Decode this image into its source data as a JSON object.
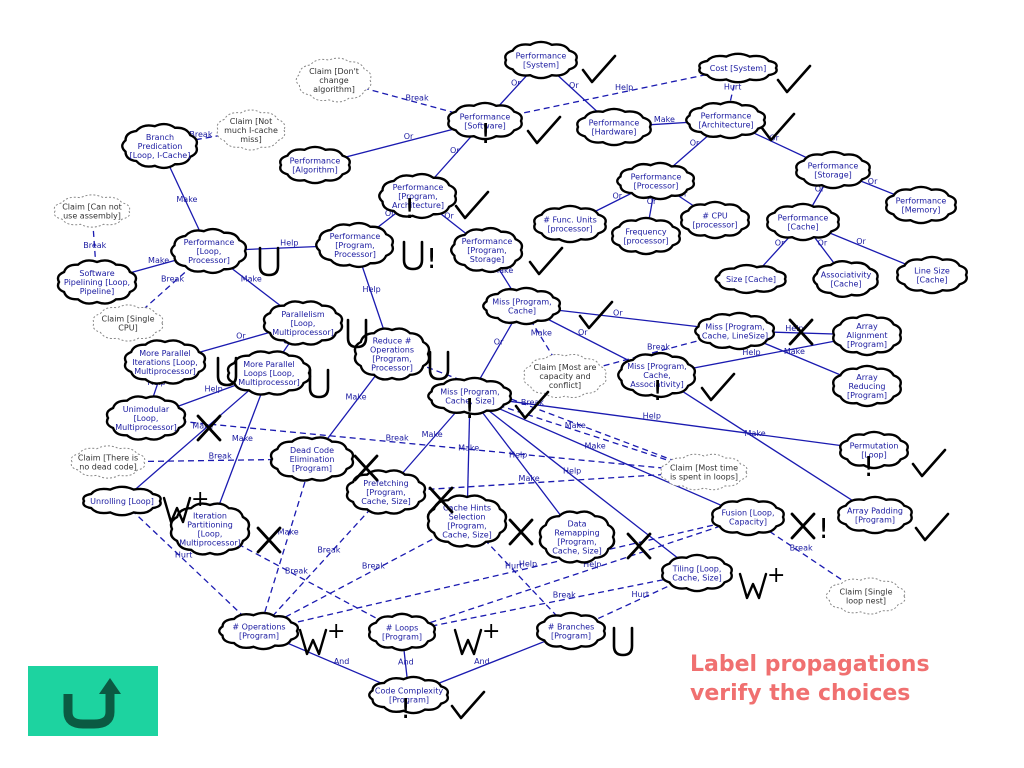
{
  "caption": {
    "line1": "Label propagations",
    "line2": "verify the choices"
  },
  "back_button": {
    "icon": "undo-arrow-icon",
    "color": "#1dd3a0"
  },
  "nodes": [
    {
      "id": "perf_system",
      "lines": [
        "Performance",
        "[System]"
      ],
      "kind": "hard"
    },
    {
      "id": "cost_system",
      "lines": [
        "Cost [System]"
      ],
      "kind": "hard"
    },
    {
      "id": "perf_software",
      "lines": [
        "Performance",
        "[Software]"
      ],
      "kind": "hard"
    },
    {
      "id": "perf_hardware",
      "lines": [
        "Performance",
        "[Hardware]"
      ],
      "kind": "hard"
    },
    {
      "id": "perf_arch",
      "lines": [
        "Performance",
        "[Architecture]"
      ],
      "kind": "hard"
    },
    {
      "id": "claim_dontchange",
      "lines": [
        "Claim [Don't",
        "change",
        "algorithm]"
      ],
      "kind": "soft"
    },
    {
      "id": "claim_icache",
      "lines": [
        "Claim [Not",
        "much I-cache",
        "miss]"
      ],
      "kind": "soft"
    },
    {
      "id": "branch_pred",
      "lines": [
        "Branch",
        "Predication",
        "[Loop, I-Cache]"
      ],
      "kind": "hard"
    },
    {
      "id": "perf_algo",
      "lines": [
        "Performance",
        "[Algorithm]"
      ],
      "kind": "hard"
    },
    {
      "id": "perf_prog_arch",
      "lines": [
        "Performance",
        "[Program,",
        "Architecture]"
      ],
      "kind": "hard"
    },
    {
      "id": "perf_processor",
      "lines": [
        "Performance",
        "[Processor]"
      ],
      "kind": "hard"
    },
    {
      "id": "perf_storage",
      "lines": [
        "Performance",
        "[Storage]"
      ],
      "kind": "hard"
    },
    {
      "id": "perf_memory",
      "lines": [
        "Performance",
        "[Memory]"
      ],
      "kind": "hard"
    },
    {
      "id": "claim_asm",
      "lines": [
        "Claim [Can not",
        "use assembly]"
      ],
      "kind": "soft"
    },
    {
      "id": "func_units",
      "lines": [
        "# Func. Units",
        "[processor]"
      ],
      "kind": "hard"
    },
    {
      "id": "frequency",
      "lines": [
        "Frequency",
        "[processor]"
      ],
      "kind": "hard"
    },
    {
      "id": "cpu",
      "lines": [
        "# CPU",
        "[processor]"
      ],
      "kind": "hard"
    },
    {
      "id": "perf_cache",
      "lines": [
        "Performance",
        "[Cache]"
      ],
      "kind": "hard"
    },
    {
      "id": "perf_loop_proc",
      "lines": [
        "Performance",
        "[Loop,",
        "Processor]"
      ],
      "kind": "hard"
    },
    {
      "id": "perf_prog_proc",
      "lines": [
        "Performance",
        "[Program,",
        "Processor]"
      ],
      "kind": "hard"
    },
    {
      "id": "perf_prog_storage",
      "lines": [
        "Performance",
        "[Program,",
        "Storage]"
      ],
      "kind": "hard"
    },
    {
      "id": "sw_pipelining",
      "lines": [
        "Software",
        "Pipelining [Loop,",
        "Pipeline]"
      ],
      "kind": "hard"
    },
    {
      "id": "size_cache",
      "lines": [
        "Size [Cache]"
      ],
      "kind": "hard"
    },
    {
      "id": "assoc_cache",
      "lines": [
        "Associativity",
        "[Cache]"
      ],
      "kind": "hard"
    },
    {
      "id": "linesize_cache",
      "lines": [
        "Line Size",
        "[Cache]"
      ],
      "kind": "hard"
    },
    {
      "id": "claim_single_cpu",
      "lines": [
        "Claim [Single",
        "CPU]"
      ],
      "kind": "soft"
    },
    {
      "id": "miss_prog_cache",
      "lines": [
        "Miss [Program,",
        "Cache]"
      ],
      "kind": "hard"
    },
    {
      "id": "parallelism",
      "lines": [
        "Parallelism",
        "[Loop,",
        "Multiprocessor]"
      ],
      "kind": "hard"
    },
    {
      "id": "reduce_ops",
      "lines": [
        "Reduce #",
        "Operations",
        "[Program,",
        "Processor]"
      ],
      "kind": "hard"
    },
    {
      "id": "miss_linesize",
      "lines": [
        "Miss [Program,",
        "Cache, LineSize]"
      ],
      "kind": "hard"
    },
    {
      "id": "array_alignment",
      "lines": [
        "Array",
        "Alignment",
        "[Program]"
      ],
      "kind": "hard"
    },
    {
      "id": "more_par_iter",
      "lines": [
        "More Parallel",
        "Iterations [Loop,",
        "Multiprocessor]"
      ],
      "kind": "hard"
    },
    {
      "id": "more_par_loops",
      "lines": [
        "More Parallel",
        "Loops [Loop,",
        "Multiprocessor]"
      ],
      "kind": "hard"
    },
    {
      "id": "claim_capacity",
      "lines": [
        "Claim [Most are",
        "capacity and",
        "conflict]"
      ],
      "kind": "soft"
    },
    {
      "id": "miss_assoc",
      "lines": [
        "Miss [Program,",
        "Cache,",
        "Associativity]"
      ],
      "kind": "hard"
    },
    {
      "id": "array_reducing",
      "lines": [
        "Array",
        "Reducing",
        "[Program]"
      ],
      "kind": "hard"
    },
    {
      "id": "unimodular",
      "lines": [
        "Unimodular",
        "[Loop,",
        "Multiprocessor]"
      ],
      "kind": "hard"
    },
    {
      "id": "miss_size",
      "lines": [
        "Miss [Program,",
        "Cache, Size]"
      ],
      "kind": "hard"
    },
    {
      "id": "permutation",
      "lines": [
        "Permutation",
        "[Loop]"
      ],
      "kind": "hard"
    },
    {
      "id": "claim_deadcode",
      "lines": [
        "Claim [There is",
        "no dead code]"
      ],
      "kind": "soft"
    },
    {
      "id": "dead_code",
      "lines": [
        "Dead Code",
        "Elimination",
        "[Program]"
      ],
      "kind": "hard"
    },
    {
      "id": "claim_loops",
      "lines": [
        "Claim [Most time",
        "is spent in loops]"
      ],
      "kind": "soft"
    },
    {
      "id": "unrolling",
      "lines": [
        "Unrolling [Loop]"
      ],
      "kind": "hard"
    },
    {
      "id": "prefetching",
      "lines": [
        "Prefetching",
        "[Program,",
        "Cache, Size]"
      ],
      "kind": "hard"
    },
    {
      "id": "cache_hints",
      "lines": [
        "Cache Hints",
        "Selection",
        "[Program,",
        "Cache, Size]"
      ],
      "kind": "hard"
    },
    {
      "id": "fusion",
      "lines": [
        "Fusion [Loop,",
        "Capacity]"
      ],
      "kind": "hard"
    },
    {
      "id": "array_padding",
      "lines": [
        "Array Padding",
        "[Program]"
      ],
      "kind": "hard"
    },
    {
      "id": "partitioning",
      "lines": [
        "Iteration",
        "Partitioning",
        "[Loop,",
        "Multiprocessor]"
      ],
      "kind": "hard"
    },
    {
      "id": "remapping",
      "lines": [
        "Data",
        "Remapping",
        "[Program,",
        "Cache, Size]"
      ],
      "kind": "hard"
    },
    {
      "id": "tiling",
      "lines": [
        "Tiling [Loop,",
        "Cache, Size]"
      ],
      "kind": "hard"
    },
    {
      "id": "claim_single_loop",
      "lines": [
        "Claim [Single",
        "loop nest]"
      ],
      "kind": "soft"
    },
    {
      "id": "ops_program",
      "lines": [
        "# Operations",
        "[Program]"
      ],
      "kind": "hard"
    },
    {
      "id": "loops_program",
      "lines": [
        "# Loops",
        "[Program]"
      ],
      "kind": "hard"
    },
    {
      "id": "branches_program",
      "lines": [
        "# Branches",
        "[Program]"
      ],
      "kind": "hard"
    },
    {
      "id": "code_complexity",
      "lines": [
        "Code Complexity",
        "[Program]"
      ],
      "kind": "hard"
    }
  ],
  "edges": [
    {
      "from": "perf_software",
      "to": "perf_system",
      "label": "Or",
      "style": "solid"
    },
    {
      "from": "perf_hardware",
      "to": "perf_system",
      "label": "Or",
      "style": "solid"
    },
    {
      "from": "perf_software",
      "to": "cost_system",
      "label": "Help",
      "style": "dashed"
    },
    {
      "from": "perf_arch",
      "to": "cost_system",
      "label": "Hurt",
      "style": "dashed"
    },
    {
      "from": "perf_arch",
      "to": "perf_hardware",
      "label": "Make",
      "style": "solid"
    },
    {
      "from": "claim_dontchange",
      "to": "perf_software",
      "label": "Break",
      "style": "dashed"
    },
    {
      "from": "perf_algo",
      "to": "perf_software",
      "label": "Or",
      "style": "solid"
    },
    {
      "from": "perf_prog_arch",
      "to": "perf_software",
      "label": "Or",
      "style": "solid"
    },
    {
      "from": "perf_processor",
      "to": "perf_arch",
      "label": "Or",
      "style": "solid"
    },
    {
      "from": "perf_storage",
      "to": "perf_arch",
      "label": "Or",
      "style": "solid"
    },
    {
      "from": "perf_memory",
      "to": "perf_storage",
      "label": "Or",
      "style": "solid"
    },
    {
      "from": "perf_cache",
      "to": "perf_storage",
      "label": "Or",
      "style": "solid"
    },
    {
      "from": "func_units",
      "to": "perf_processor",
      "label": "Or",
      "style": "solid"
    },
    {
      "from": "frequency",
      "to": "perf_processor",
      "label": "Or",
      "style": "solid"
    },
    {
      "from": "cpu",
      "to": "perf_processor",
      "label": "Or",
      "style": "solid"
    },
    {
      "from": "size_cache",
      "to": "perf_cache",
      "label": "Or",
      "style": "solid"
    },
    {
      "from": "assoc_cache",
      "to": "perf_cache",
      "label": "Or",
      "style": "solid"
    },
    {
      "from": "linesize_cache",
      "to": "perf_cache",
      "label": "Or",
      "style": "solid"
    },
    {
      "from": "claim_icache",
      "to": "branch_pred",
      "label": "Break",
      "style": "dashed"
    },
    {
      "from": "branch_pred",
      "to": "perf_loop_proc",
      "label": "Make",
      "style": "solid"
    },
    {
      "from": "perf_prog_proc",
      "to": "perf_prog_arch",
      "label": "Or",
      "style": "solid"
    },
    {
      "from": "perf_prog_storage",
      "to": "perf_prog_arch",
      "label": "Or",
      "style": "solid"
    },
    {
      "from": "perf_loop_proc",
      "to": "perf_prog_proc",
      "label": "Help",
      "style": "solid"
    },
    {
      "from": "claim_asm",
      "to": "sw_pipelining",
      "label": "Break",
      "style": "dashed"
    },
    {
      "from": "sw_pipelining",
      "to": "perf_loop_proc",
      "label": "Make",
      "style": "solid"
    },
    {
      "from": "claim_single_cpu",
      "to": "perf_loop_proc",
      "label": "Break",
      "style": "dashed"
    },
    {
      "from": "parallelism",
      "to": "perf_loop_proc",
      "label": "Make",
      "style": "solid"
    },
    {
      "from": "reduce_ops",
      "to": "perf_prog_proc",
      "label": "Help",
      "style": "solid"
    },
    {
      "from": "miss_prog_cache",
      "to": "perf_prog_storage",
      "label": "Make",
      "style": "solid"
    },
    {
      "from": "more_par_iter",
      "to": "parallelism",
      "label": "Or",
      "style": "solid"
    },
    {
      "from": "more_par_loops",
      "to": "parallelism",
      "label": "Or",
      "style": "solid"
    },
    {
      "from": "miss_linesize",
      "to": "miss_prog_cache",
      "label": "Or",
      "style": "solid"
    },
    {
      "from": "miss_assoc",
      "to": "miss_prog_cache",
      "label": "Or",
      "style": "solid"
    },
    {
      "from": "miss_size",
      "to": "miss_prog_cache",
      "label": "Or",
      "style": "solid"
    },
    {
      "from": "claim_capacity",
      "to": "miss_prog_cache",
      "label": "Make",
      "style": "dashed"
    },
    {
      "from": "claim_capacity",
      "to": "miss_linesize",
      "label": "Break",
      "style": "dashed"
    },
    {
      "from": "array_alignment",
      "to": "miss_linesize",
      "label": "Help",
      "style": "solid"
    },
    {
      "from": "array_alignment",
      "to": "miss_assoc",
      "label": "Help",
      "style": "solid"
    },
    {
      "from": "array_reducing",
      "to": "miss_linesize",
      "label": "Make",
      "style": "solid"
    },
    {
      "from": "unimodular",
      "to": "more_par_iter",
      "label": "Help",
      "style": "solid"
    },
    {
      "from": "unimodular",
      "to": "more_par_loops",
      "label": "Help",
      "style": "solid"
    },
    {
      "from": "claim_deadcode",
      "to": "dead_code",
      "label": "Break",
      "style": "dashed"
    },
    {
      "from": "dead_code",
      "to": "reduce_ops",
      "label": "Make",
      "style": "solid"
    },
    {
      "from": "claim_loops",
      "to": "reduce_ops",
      "label": "Break",
      "style": "dashed"
    },
    {
      "from": "prefetching",
      "to": "miss_size",
      "label": "Make",
      "style": "solid"
    },
    {
      "from": "cache_hints",
      "to": "miss_size",
      "label": "Make",
      "style": "solid"
    },
    {
      "from": "remapping",
      "to": "miss_size",
      "label": "Help",
      "style": "solid"
    },
    {
      "from": "tiling",
      "to": "miss_size",
      "label": "Help",
      "style": "solid"
    },
    {
      "from": "permutation",
      "to": "miss_size",
      "label": "Help",
      "style": "solid"
    },
    {
      "from": "fusion",
      "to": "miss_size",
      "label": "Make",
      "style": "solid"
    },
    {
      "from": "array_padding",
      "to": "miss_assoc",
      "label": "Make",
      "style": "solid"
    },
    {
      "from": "claim_loops",
      "to": "miss_size",
      "label": "Make",
      "style": "dashed"
    },
    {
      "from": "claim_loops",
      "to": "prefetching",
      "label": "Make",
      "style": "dashed"
    },
    {
      "from": "claim_loops",
      "to": "unimodular",
      "label": "Break",
      "style": "dashed"
    },
    {
      "from": "claim_single_loop",
      "to": "fusion",
      "label": "Break",
      "style": "dashed"
    },
    {
      "from": "unrolling",
      "to": "more_par_loops",
      "label": "Make",
      "style": "solid"
    },
    {
      "from": "partitioning",
      "to": "more_par_loops",
      "label": "Make",
      "style": "solid"
    },
    {
      "from": "ops_program",
      "to": "dead_code",
      "label": "Make",
      "style": "dashed"
    },
    {
      "from": "ops_program",
      "to": "prefetching",
      "label": "Break",
      "style": "dashed"
    },
    {
      "from": "ops_program",
      "to": "unrolling",
      "label": "Hurt",
      "style": "dashed"
    },
    {
      "from": "ops_program",
      "to": "fusion",
      "label": "Help",
      "style": "dashed"
    },
    {
      "from": "ops_program",
      "to": "cache_hints",
      "label": "Break",
      "style": "dashed"
    },
    {
      "from": "loops_program",
      "to": "partitioning",
      "label": "Break",
      "style": "dashed"
    },
    {
      "from": "loops_program",
      "to": "tiling",
      "label": "Break",
      "style": "dashed"
    },
    {
      "from": "loops_program",
      "to": "fusion",
      "label": "Help",
      "style": "dashed"
    },
    {
      "from": "branches_program",
      "to": "tiling",
      "label": "Hurt",
      "style": "dashed"
    },
    {
      "from": "branches_program",
      "to": "cache_hints",
      "label": "Hurt",
      "style": "dashed"
    },
    {
      "from": "ops_program",
      "to": "code_complexity",
      "label": "And",
      "style": "solid"
    },
    {
      "from": "loops_program",
      "to": "code_complexity",
      "label": "And",
      "style": "solid"
    },
    {
      "from": "branches_program",
      "to": "code_complexity",
      "label": "And",
      "style": "solid"
    }
  ],
  "labels": [
    {
      "node": "perf_system",
      "mark": "check"
    },
    {
      "node": "cost_system",
      "mark": "check"
    },
    {
      "node": "perf_software",
      "mark": "check",
      "prefix": "!"
    },
    {
      "node": "perf_arch",
      "mark": "check"
    },
    {
      "node": "perf_prog_arch",
      "mark": "check",
      "prefix": "!"
    },
    {
      "node": "perf_loop_proc",
      "mark": "U"
    },
    {
      "node": "perf_prog_proc",
      "mark": "U!"
    },
    {
      "node": "perf_prog_storage",
      "mark": "check"
    },
    {
      "node": "miss_prog_cache",
      "mark": "check"
    },
    {
      "node": "parallelism",
      "mark": "U"
    },
    {
      "node": "reduce_ops",
      "mark": "U"
    },
    {
      "node": "miss_linesize",
      "mark": "X"
    },
    {
      "node": "more_par_iter",
      "mark": "U"
    },
    {
      "node": "more_par_loops",
      "mark": "U"
    },
    {
      "node": "miss_assoc",
      "mark": "check",
      "prefix": "!"
    },
    {
      "node": "miss_size",
      "mark": "check",
      "prefix": "!"
    },
    {
      "node": "unimodular",
      "mark": "X"
    },
    {
      "node": "dead_code",
      "mark": "X"
    },
    {
      "node": "permutation",
      "mark": "check",
      "prefix": "!"
    },
    {
      "node": "unrolling",
      "mark": "W+"
    },
    {
      "node": "prefetching",
      "mark": "X"
    },
    {
      "node": "cache_hints",
      "mark": "X"
    },
    {
      "node": "fusion",
      "mark": "X!"
    },
    {
      "node": "array_padding",
      "mark": "check"
    },
    {
      "node": "partitioning",
      "mark": "X"
    },
    {
      "node": "remapping",
      "mark": "X"
    },
    {
      "node": "tiling",
      "mark": "W+"
    },
    {
      "node": "ops_program",
      "mark": "W+"
    },
    {
      "node": "loops_program",
      "mark": "W+"
    },
    {
      "node": "branches_program",
      "mark": "U"
    },
    {
      "node": "code_complexity",
      "mark": "check",
      "prefix": "!"
    }
  ]
}
